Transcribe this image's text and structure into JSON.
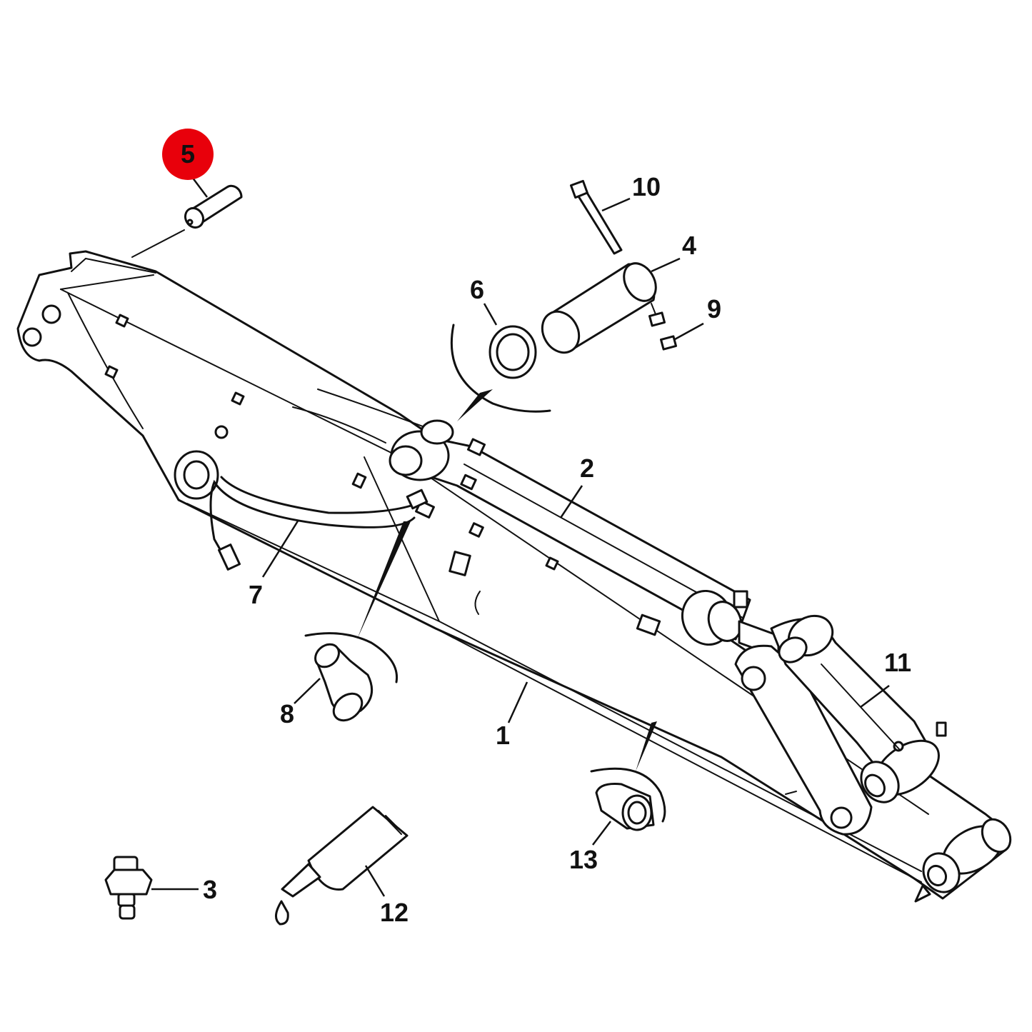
{
  "highlight_color": "#e8000b",
  "callouts": [
    {
      "id": "1",
      "label": "1"
    },
    {
      "id": "2",
      "label": "2"
    },
    {
      "id": "3",
      "label": "3"
    },
    {
      "id": "4",
      "label": "4"
    },
    {
      "id": "5",
      "label": "5",
      "highlighted": true
    },
    {
      "id": "6",
      "label": "6"
    },
    {
      "id": "7",
      "label": "7"
    },
    {
      "id": "8",
      "label": "8"
    },
    {
      "id": "9",
      "label": "9"
    },
    {
      "id": "10",
      "label": "10"
    },
    {
      "id": "11",
      "label": "11"
    },
    {
      "id": "12",
      "label": "12"
    },
    {
      "id": "13",
      "label": "13"
    }
  ]
}
